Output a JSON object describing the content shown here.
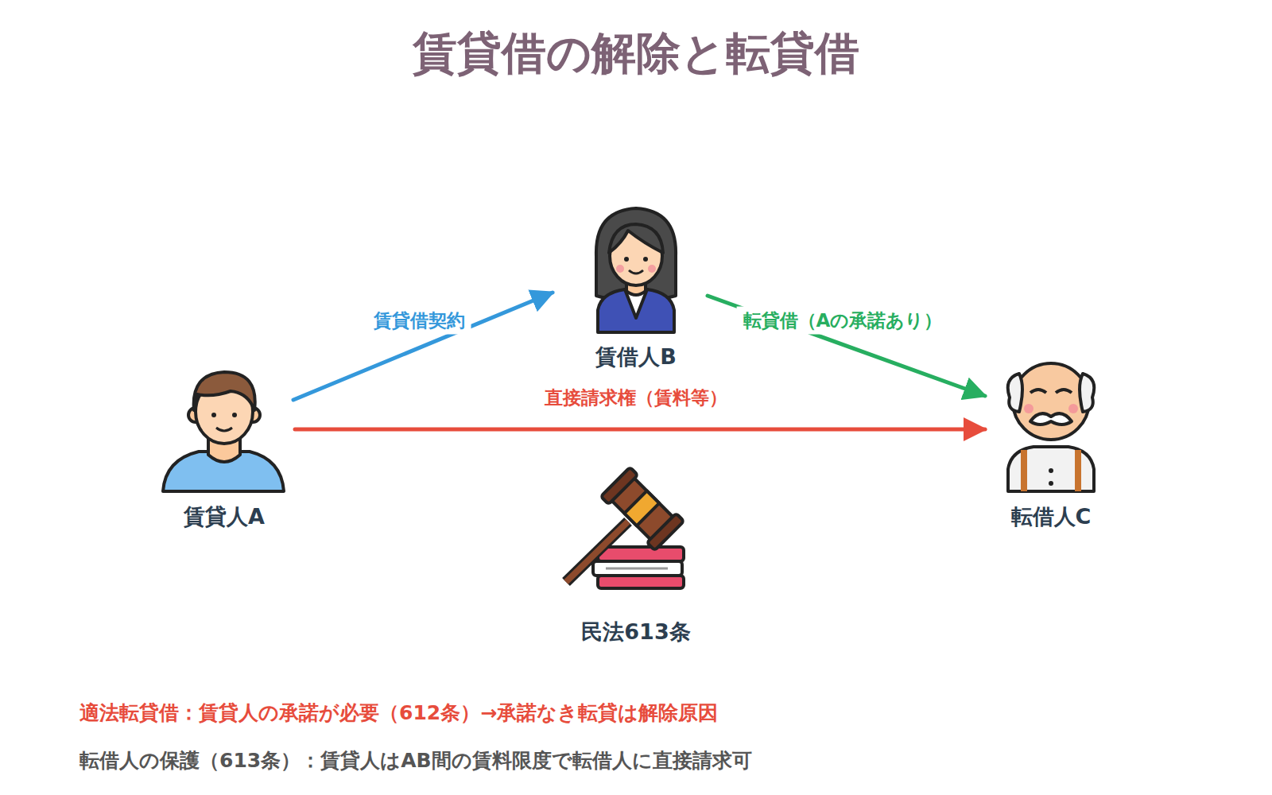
{
  "diagram": {
    "title": "賃貸借の解除と転貸借",
    "nodes": [
      {
        "text": [
          "賃借人B"
        ]
      },
      {
        "text": [
          "賃貸人A"
        ]
      },
      {
        "text": [
          "転借人C"
        ]
      }
    ],
    "edges": [
      {
        "from": 1,
        "to": 0,
        "arrow": "to",
        "label": "賃貸借契約"
      },
      {
        "from": 0,
        "to": 2,
        "arrow": "to",
        "label": "転貸借（Aの承諾あり）"
      },
      {
        "from": 1,
        "to": 2,
        "arrow": "to",
        "label": "直接請求権（賃料等）"
      }
    ],
    "labels": [
      "民法613条",
      "適法転貸借：賃貸人の承諾が必要（612条）→承諾なき転貸は解除原因",
      "転借人の保護（613条）：賃貸人はAB間の賃料限度で転借人に直接請求可"
    ]
  }
}
